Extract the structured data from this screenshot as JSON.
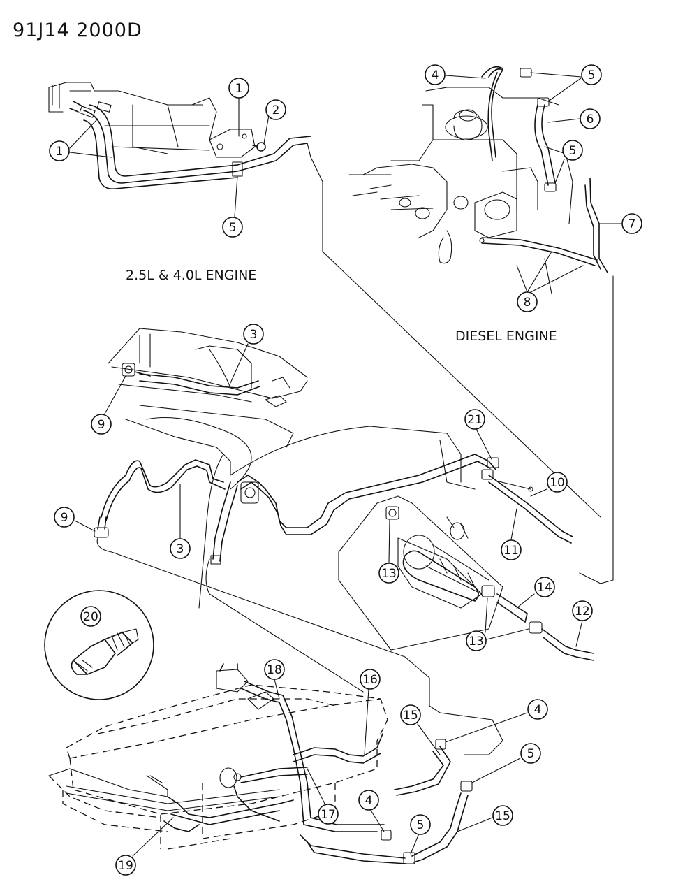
{
  "header": {
    "code": "91J14  2000D"
  },
  "views": {
    "gas_engine": "2.5L & 4.0L ENGINE",
    "diesel_engine": "DIESEL ENGINE"
  },
  "callouts": {
    "c1a": "1",
    "c1b": "1",
    "c2": "2",
    "c5a": "5",
    "c4a": "4",
    "c5b": "5",
    "c6": "6",
    "c5c": "5",
    "c7": "7",
    "c8": "8",
    "c3a": "3",
    "c9a": "9",
    "c3b": "3",
    "c9b": "9",
    "c21": "21",
    "c10": "10",
    "c11": "11",
    "c13a": "13",
    "c14": "14",
    "c12": "12",
    "c13b": "13",
    "c20": "20",
    "c18": "18",
    "c16": "16",
    "c15a": "15",
    "c4b": "4",
    "c5d": "5",
    "c4c": "4",
    "c5e": "5",
    "c15b": "15",
    "c17": "17",
    "c19": "19"
  }
}
